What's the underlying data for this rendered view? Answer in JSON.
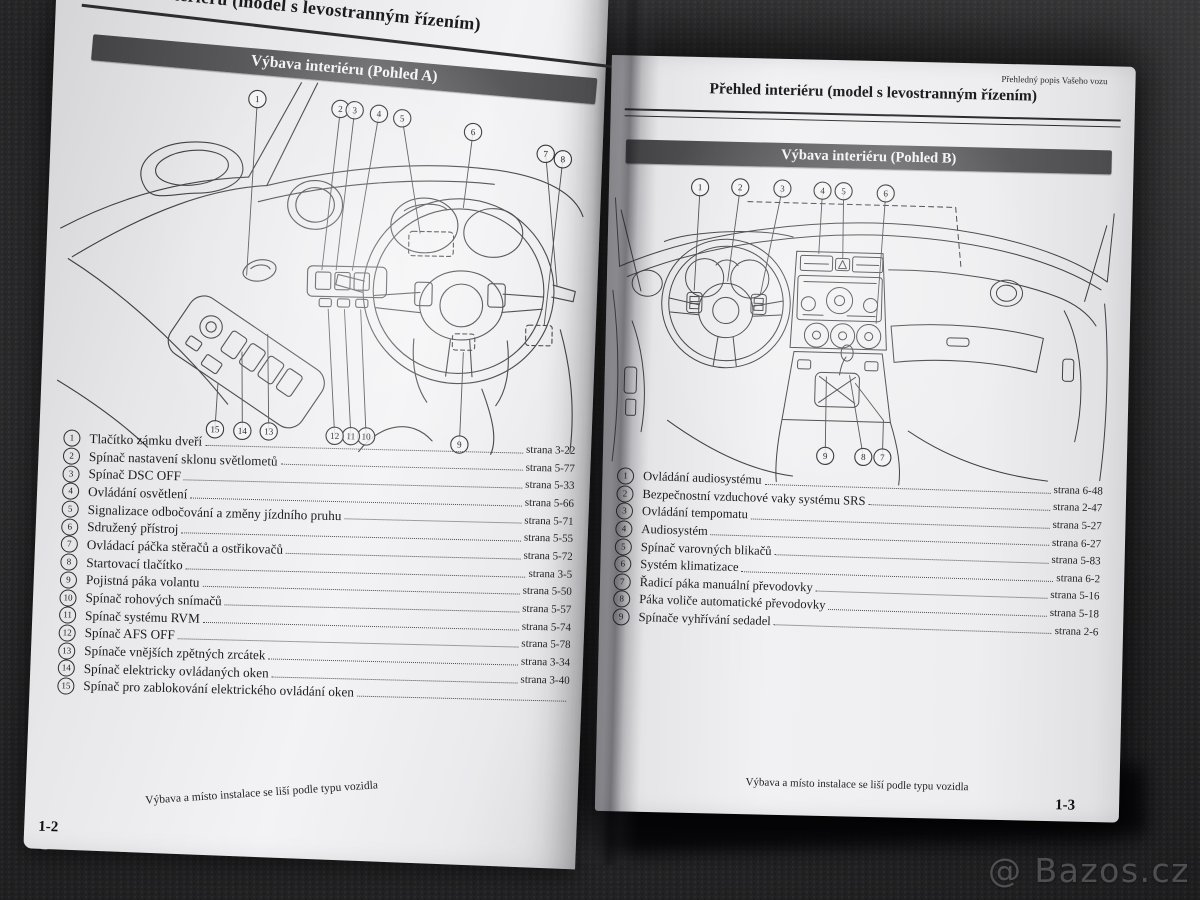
{
  "book": {
    "left_page": {
      "header_title": "Přehled interiéru (model s levostranným řízením)",
      "section_bar": "Výbava interiéru (Pohled A)",
      "items": [
        {
          "num": "1",
          "label": "Tlačítko zámku dveří",
          "page": "strana 3-22"
        },
        {
          "num": "2",
          "label": "Spínač nastavení sklonu světlometů",
          "page": "strana 5-77"
        },
        {
          "num": "3",
          "label": "Spínač DSC OFF",
          "page": "strana 5-33"
        },
        {
          "num": "4",
          "label": "Ovládání osvětlení",
          "page": "strana 5-66"
        },
        {
          "num": "5",
          "label": "Signalizace odbočování a změny jízdního pruhu",
          "page": "strana 5-71"
        },
        {
          "num": "6",
          "label": "Sdružený přístroj",
          "page": "strana 5-55"
        },
        {
          "num": "7",
          "label": "Ovládací páčka stěračů a ostřikovačů",
          "page": "strana 5-72"
        },
        {
          "num": "8",
          "label": "Startovací tlačítko",
          "page": "strana 3-5"
        },
        {
          "num": "9",
          "label": "Pojistná páka volantu",
          "page": "strana 5-50"
        },
        {
          "num": "10",
          "label": "Spínač rohových snímačů",
          "page": "strana 5-57"
        },
        {
          "num": "11",
          "label": "Spínač systému RVM",
          "page": "strana 5-74"
        },
        {
          "num": "12",
          "label": "Spínač AFS OFF",
          "page": "strana 5-78"
        },
        {
          "num": "13",
          "label": "Spínače vnějších zpětných zrcátek",
          "page": "strana 3-34"
        },
        {
          "num": "14",
          "label": "Spínač elektricky ovládaných oken",
          "page": "strana 3-40"
        },
        {
          "num": "15",
          "label": "Spínač pro zablokování elektrického ovládání oken",
          "page": ""
        }
      ],
      "diagram_callouts": [
        "1",
        "2",
        "3",
        "4",
        "5",
        "6",
        "7",
        "8",
        "9",
        "10",
        "11",
        "12",
        "13",
        "14",
        "15"
      ],
      "footer_note": "Výbava a místo instalace se liší podle typu vozidla",
      "page_number": "1-2"
    },
    "right_page": {
      "running_header": "Přehledný popis Vašeho vozu",
      "header_title": "Přehled interiéru (model s levostranným řízením)",
      "section_bar": "Výbava interiéru (Pohled B)",
      "items": [
        {
          "num": "1",
          "label": "Ovládání audiosystému",
          "page": "strana 6-48"
        },
        {
          "num": "2",
          "label": "Bezpečnostní vzduchové vaky systému SRS",
          "page": "strana 2-47"
        },
        {
          "num": "3",
          "label": "Ovládání tempomatu",
          "page": "strana 5-27"
        },
        {
          "num": "4",
          "label": "Audiosystém",
          "page": "strana 6-27"
        },
        {
          "num": "5",
          "label": "Spínač varovných blikačů",
          "page": "strana 5-83"
        },
        {
          "num": "6",
          "label": "Systém klimatizace",
          "page": "strana 6-2"
        },
        {
          "num": "7",
          "label": "Řadicí páka manuální převodovky",
          "page": "strana 5-16"
        },
        {
          "num": "8",
          "label": "Páka voliče automatické převodovky",
          "page": "strana 5-18"
        },
        {
          "num": "9",
          "label": "Spínače vyhřívání sedadel",
          "page": "strana 2-6"
        }
      ],
      "diagram_callouts": [
        "1",
        "2",
        "3",
        "4",
        "5",
        "6",
        "7",
        "8",
        "9"
      ],
      "footer_note": "Výbava a místo instalace se liší podle typu vozidla",
      "page_number": "1-3"
    }
  },
  "watermark": {
    "text": "@ Bazos.cz"
  },
  "colors": {
    "paper": "#f1f1f3",
    "section_bar": "#555557",
    "text": "#1b1b1d",
    "fabric_background": "#29292b",
    "watermark": "#e6e6e8"
  }
}
